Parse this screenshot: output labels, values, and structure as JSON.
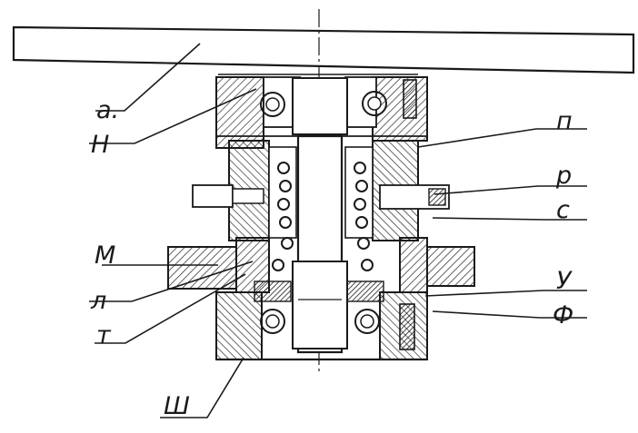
{
  "drawing": {
    "labels": {
      "a": "а.",
      "n": "Н",
      "p": "п",
      "r": "р",
      "s": "с",
      "m": "М",
      "l": "л",
      "t": "т",
      "u": "У",
      "f": "Ф",
      "sh": "Ш"
    },
    "colors": {
      "ink": "#1a1a1a",
      "paper": "#ffffff",
      "hatch": "#3a3a3a"
    }
  }
}
